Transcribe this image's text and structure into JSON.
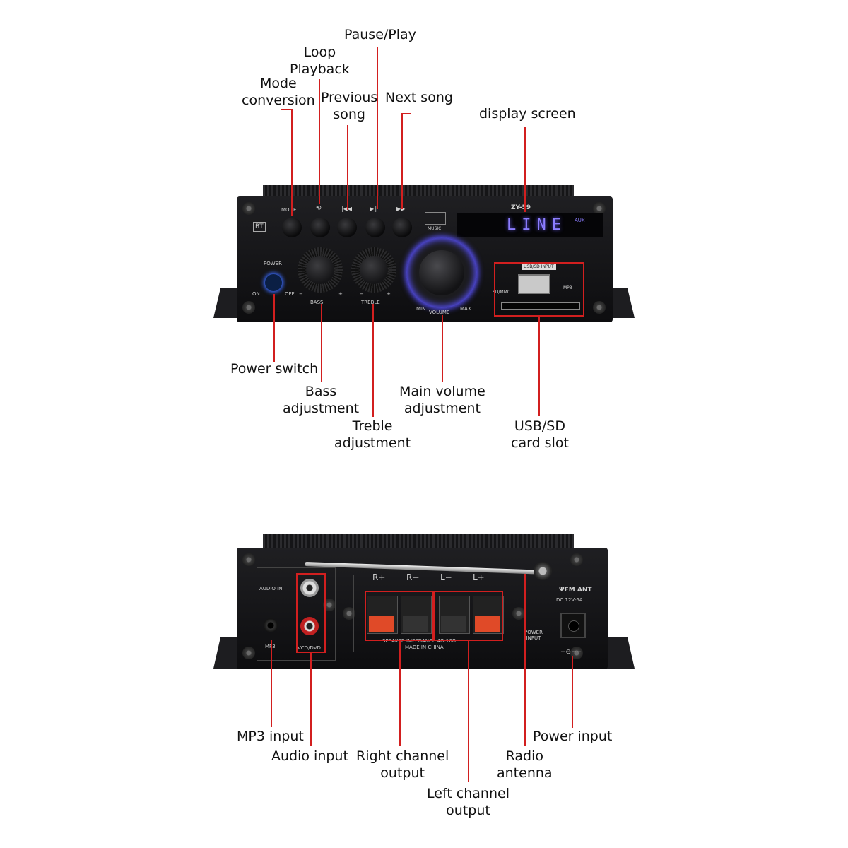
{
  "front": {
    "labels": {
      "pause_play": "Pause/Play",
      "loop_playback": [
        "Loop",
        "Playback"
      ],
      "mode_conversion": [
        "Mode",
        "conversion"
      ],
      "previous_song": [
        "Previous",
        "song"
      ],
      "next_song": "Next song",
      "display_screen": "display screen",
      "power_switch": "Power switch",
      "bass_adjustment": [
        "Bass",
        "adjustment"
      ],
      "main_volume": [
        "Main volume",
        "adjustment"
      ],
      "treble_adjustment": [
        "Treble",
        "adjustment"
      ],
      "usb_sd_slot": [
        "USB/SD",
        "card slot"
      ]
    },
    "device": {
      "model": "ZY-59",
      "display_text": "LINE",
      "display_sub": "AUX",
      "bt": "BT",
      "mode": "MODE",
      "power": "POWER",
      "on": "ON",
      "off": "OFF",
      "bass": "BASS",
      "treble": "TREBLE",
      "volume": "VOLUME",
      "min": "MIN",
      "max": "MAX",
      "usb_sd_input": "USB/SD INPUT",
      "sd_mmc": "SD/MMC",
      "mp3": "MP3",
      "music": "MUSIC",
      "minus": "−",
      "plus": "+"
    }
  },
  "back": {
    "labels": {
      "mp3_input": "MP3 input",
      "audio_input": "Audio input",
      "right_channel": [
        "Right channel",
        "output"
      ],
      "left_channel": [
        "Left channel",
        "output"
      ],
      "radio_antenna": [
        "Radio",
        "antenna"
      ],
      "power_input": "Power input"
    },
    "device": {
      "audio_in": "AUDIO IN",
      "mp3": "MP3",
      "vcd_dvd": "VCD/DVD",
      "r_plus": "R+",
      "r_minus": "R−",
      "l_minus": "L−",
      "l_plus": "L+",
      "speaker_impedance": "SPEAKER IMPEDANCE 4Ω-16Ω",
      "made_in": "MADE IN CHINA",
      "fm_ant": "FM ANT",
      "dc": "DC 12V-6A",
      "power_input": "POWER INPUT"
    }
  },
  "colors": {
    "callout": "#d21f1f",
    "display_glow": "#8c7dff",
    "volume_ring": "#5a52ff"
  }
}
